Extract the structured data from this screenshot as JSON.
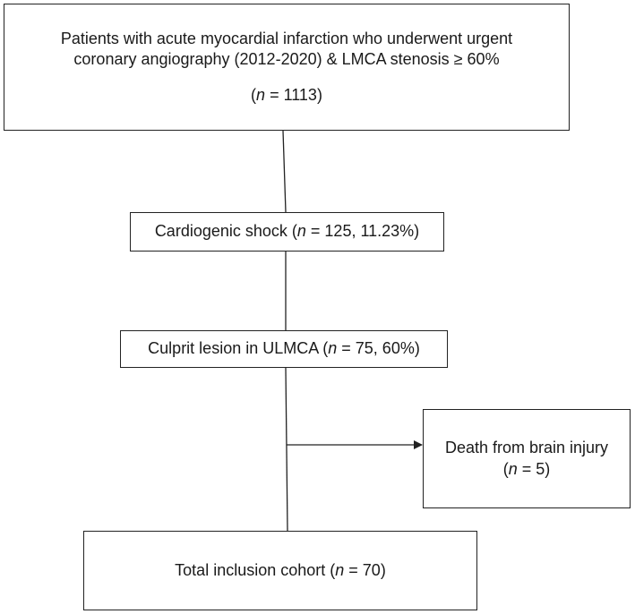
{
  "nodes": {
    "population": {
      "line1": "Patients with acute myocardial infarction who underwent urgent",
      "line2": "coronary angiography (2012-2020) & LMCA stenosis ≥ 60%",
      "n_open": "(",
      "n_symbol": "n",
      "n_rest": " = 1113)"
    },
    "cardiogenic_shock": {
      "prefix": "Cardiogenic shock (",
      "n_symbol": "n",
      "rest": " = 125, 11.23%)"
    },
    "culprit_lesion": {
      "prefix": "Culprit lesion in ULMCA (",
      "n_symbol": "n",
      "rest": " = 75, 60%)"
    },
    "exclusion": {
      "line1": "Death from brain injury",
      "n_open": "(",
      "n_symbol": "n",
      "n_rest": " = 5)"
    },
    "final_cohort": {
      "prefix": "Total inclusion cohort (",
      "n_symbol": "n",
      "rest": " = 70)"
    }
  },
  "edges": [
    {
      "from": "population",
      "to": "cardiogenic_shock",
      "arrow": false
    },
    {
      "from": "cardiogenic_shock",
      "to": "culprit_lesion",
      "arrow": false
    },
    {
      "from": "culprit_lesion",
      "to": "final_cohort",
      "arrow": false
    },
    {
      "from": "culprit_lesion",
      "to": "exclusion",
      "arrow": true
    }
  ],
  "colors": {
    "stroke": "#222222",
    "text": "#1a1a1a",
    "background": "#ffffff"
  }
}
